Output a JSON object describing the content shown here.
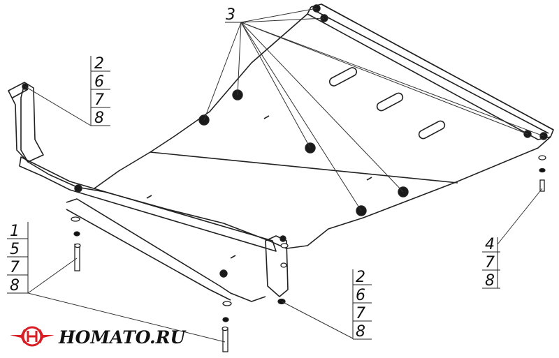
{
  "diagram": {
    "callouts": {
      "top_center": [
        "3"
      ],
      "upper_left": [
        "2",
        "6",
        "7",
        "8"
      ],
      "lower_left": [
        "1",
        "5",
        "7",
        "8"
      ],
      "lower_center": [
        "2",
        "6",
        "7",
        "8"
      ],
      "right": [
        "4",
        "7",
        "8"
      ]
    }
  },
  "logo": {
    "text": "HOMATO.RU"
  },
  "colors": {
    "line": "#222222",
    "logo_red": "#d81f26"
  }
}
